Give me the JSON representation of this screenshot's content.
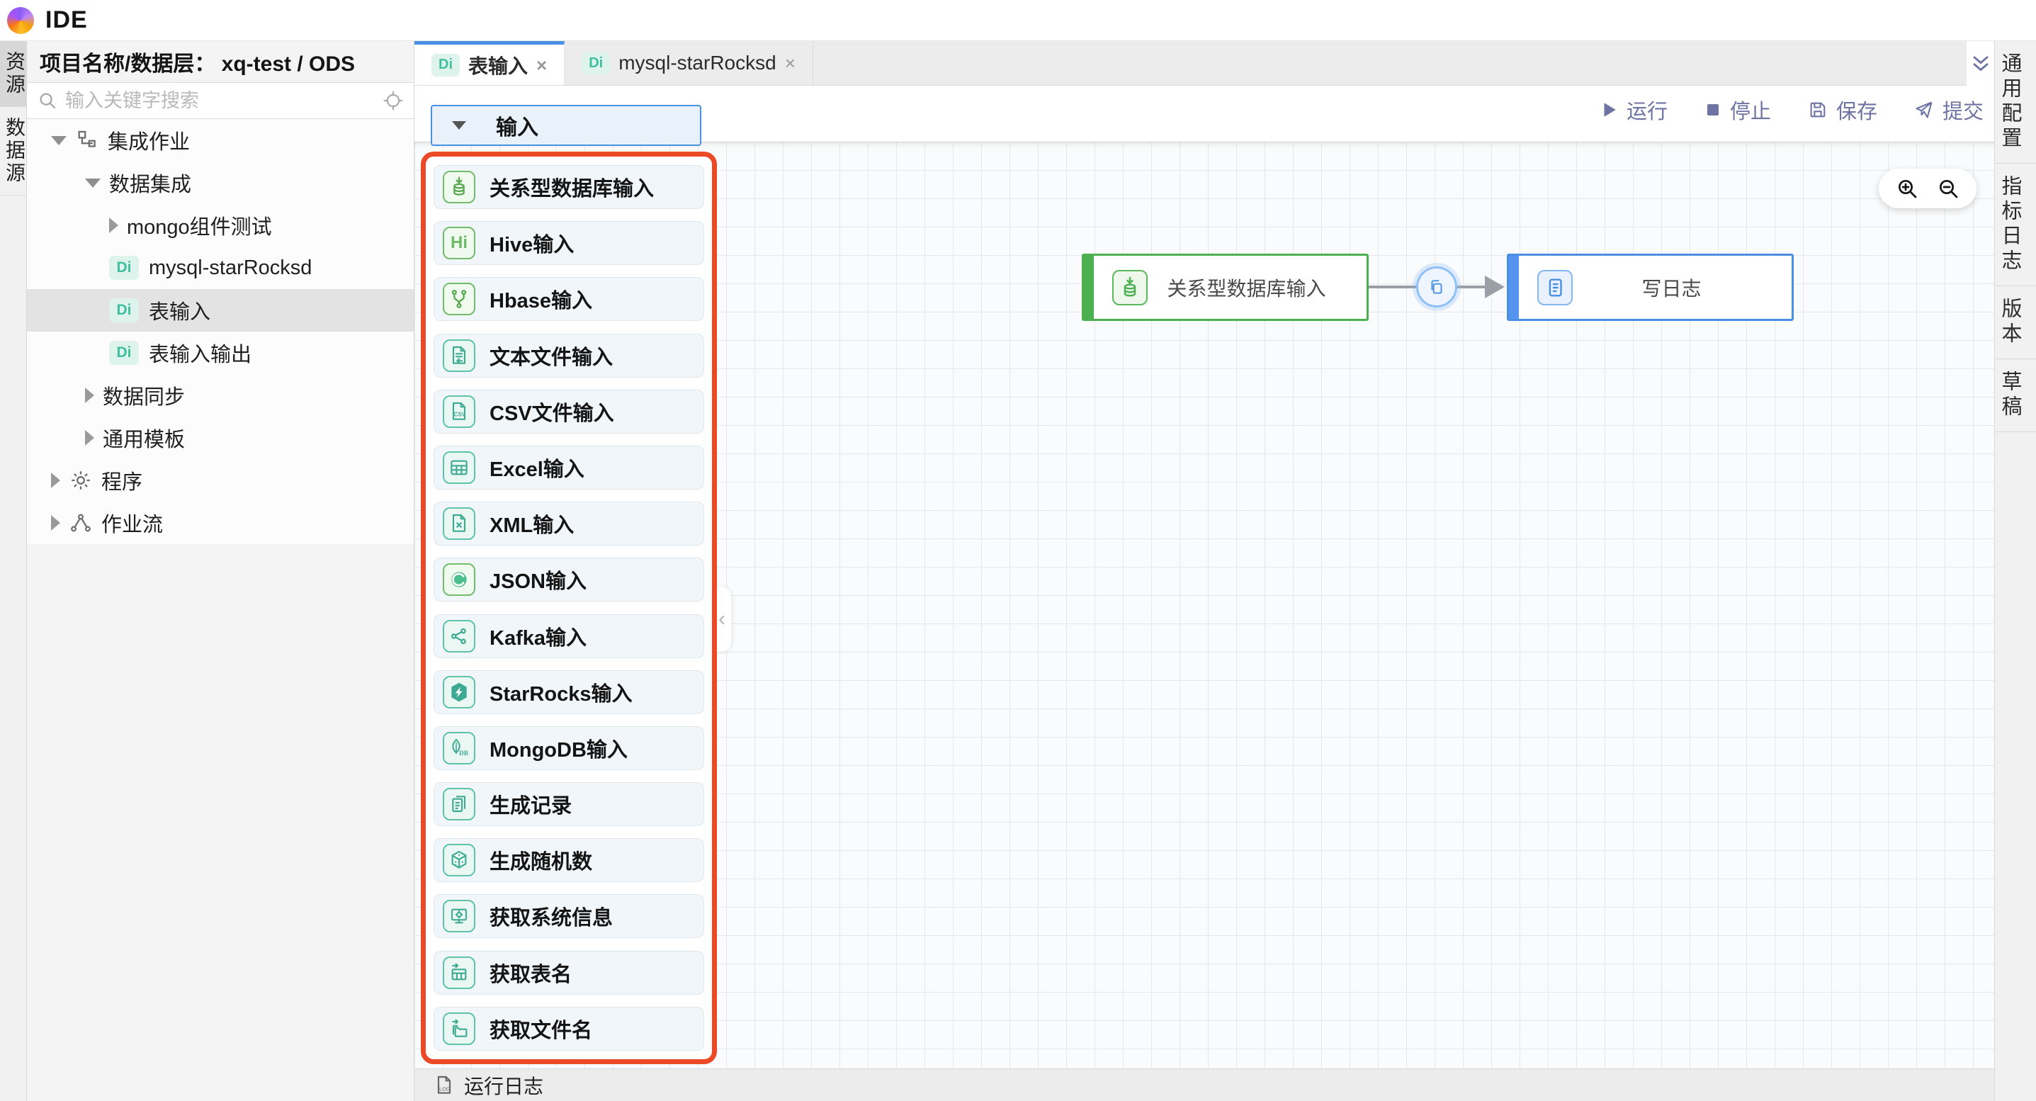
{
  "app": {
    "title": "IDE"
  },
  "badges": {
    "di": "Di"
  },
  "left_rail": {
    "tabs": [
      {
        "label": "资源",
        "active": true
      },
      {
        "label": "数据源",
        "active": false
      }
    ]
  },
  "explorer": {
    "header": "项目名称/数据层： xq-test / ODS",
    "search_placeholder": "输入关键字搜索",
    "tree": [
      {
        "label": "集成作业",
        "level": 1,
        "state": "expanded",
        "icon": "org-chart"
      },
      {
        "label": "数据集成",
        "level": 2,
        "state": "expanded"
      },
      {
        "label": "mongo组件测试",
        "level": 3,
        "state": "collapsed"
      },
      {
        "label": "mysql-starRocksd",
        "level": 3,
        "badge": "Di"
      },
      {
        "label": "表输入",
        "level": 3,
        "badge": "Di",
        "selected": true
      },
      {
        "label": "表输入输出",
        "level": 3,
        "badge": "Di"
      },
      {
        "label": "数据同步",
        "level": 2,
        "state": "collapsed"
      },
      {
        "label": "通用模板",
        "level": 2,
        "state": "collapsed"
      },
      {
        "label": "程序",
        "level": 1,
        "state": "collapsed",
        "icon": "gear"
      },
      {
        "label": "作业流",
        "level": 1,
        "state": "collapsed",
        "icon": "workflow"
      }
    ]
  },
  "tabs": [
    {
      "badge": "Di",
      "label": "表输入",
      "active": true,
      "close": "×"
    },
    {
      "badge": "Di",
      "label": "mysql-starRocksd",
      "active": false,
      "close": "×"
    }
  ],
  "toolbar": {
    "run": "运行",
    "stop": "停止",
    "save": "保存",
    "submit": "提交"
  },
  "right_rail": {
    "tabs": [
      {
        "label": "通用配置"
      },
      {
        "label": "指标日志"
      },
      {
        "label": "版本"
      },
      {
        "label": "草稿"
      }
    ]
  },
  "palette": {
    "header": "输入",
    "items": [
      {
        "label": "关系型数据库输入",
        "icon": "database-input-icon"
      },
      {
        "label": "Hive输入",
        "icon": "hive-icon"
      },
      {
        "label": "Hbase输入",
        "icon": "hbase-icon"
      },
      {
        "label": "文本文件输入",
        "icon": "text-file-icon"
      },
      {
        "label": "CSV文件输入",
        "icon": "csv-file-icon"
      },
      {
        "label": "Excel输入",
        "icon": "excel-icon"
      },
      {
        "label": "XML输入",
        "icon": "xml-file-icon"
      },
      {
        "label": "JSON输入",
        "icon": "json-icon"
      },
      {
        "label": "Kafka输入",
        "icon": "kafka-icon"
      },
      {
        "label": "StarRocks输入",
        "icon": "starrocks-icon"
      },
      {
        "label": "MongoDB输入",
        "icon": "mongodb-icon"
      },
      {
        "label": "生成记录",
        "icon": "generate-records-icon"
      },
      {
        "label": "生成随机数",
        "icon": "random-number-icon"
      },
      {
        "label": "获取系统信息",
        "icon": "system-info-icon"
      },
      {
        "label": "获取表名",
        "icon": "get-table-name-icon"
      },
      {
        "label": "获取文件名",
        "icon": "get-file-name-icon"
      }
    ]
  },
  "canvas": {
    "nodes": [
      {
        "label": "关系型数据库输入",
        "color": "#4caf50"
      },
      {
        "label": "写日志",
        "color": "#4a90e2"
      }
    ]
  },
  "bottom_bar": {
    "label": "运行日志"
  },
  "colors": {
    "accent_blue": "#4a90e2",
    "node_green": "#4caf50",
    "highlight_red": "#ec4a26",
    "toolbar_purple": "#6d73a3",
    "badge_teal": "#3fbf9e"
  }
}
